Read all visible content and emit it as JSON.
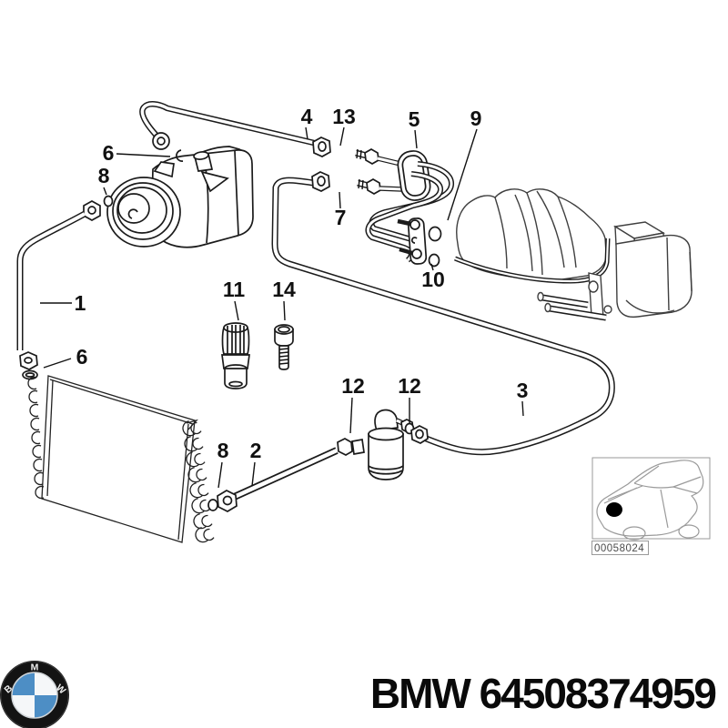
{
  "page": {
    "background": "#ffffff"
  },
  "callouts": [
    {
      "label": "4"
    },
    {
      "label": "13"
    },
    {
      "label": "5"
    },
    {
      "label": "9"
    },
    {
      "label": "6"
    },
    {
      "label": "8"
    },
    {
      "label": "7"
    },
    {
      "label": "10"
    },
    {
      "label": "1"
    },
    {
      "label": "6"
    },
    {
      "label": "11"
    },
    {
      "label": "14"
    },
    {
      "label": "12"
    },
    {
      "label": "12"
    },
    {
      "label": "3"
    },
    {
      "label": "8"
    },
    {
      "label": "2"
    }
  ],
  "thumbnail": {
    "code": "00058024"
  },
  "footer": {
    "brand": "BMW",
    "part_number": "64508374959",
    "full_label": "BMW 64508374959",
    "logo_letters": [
      "B",
      "M",
      "W"
    ],
    "logo_colors": {
      "ring": "#131313",
      "blue": "#4d8ec5",
      "white": "#f5f7f9"
    }
  }
}
